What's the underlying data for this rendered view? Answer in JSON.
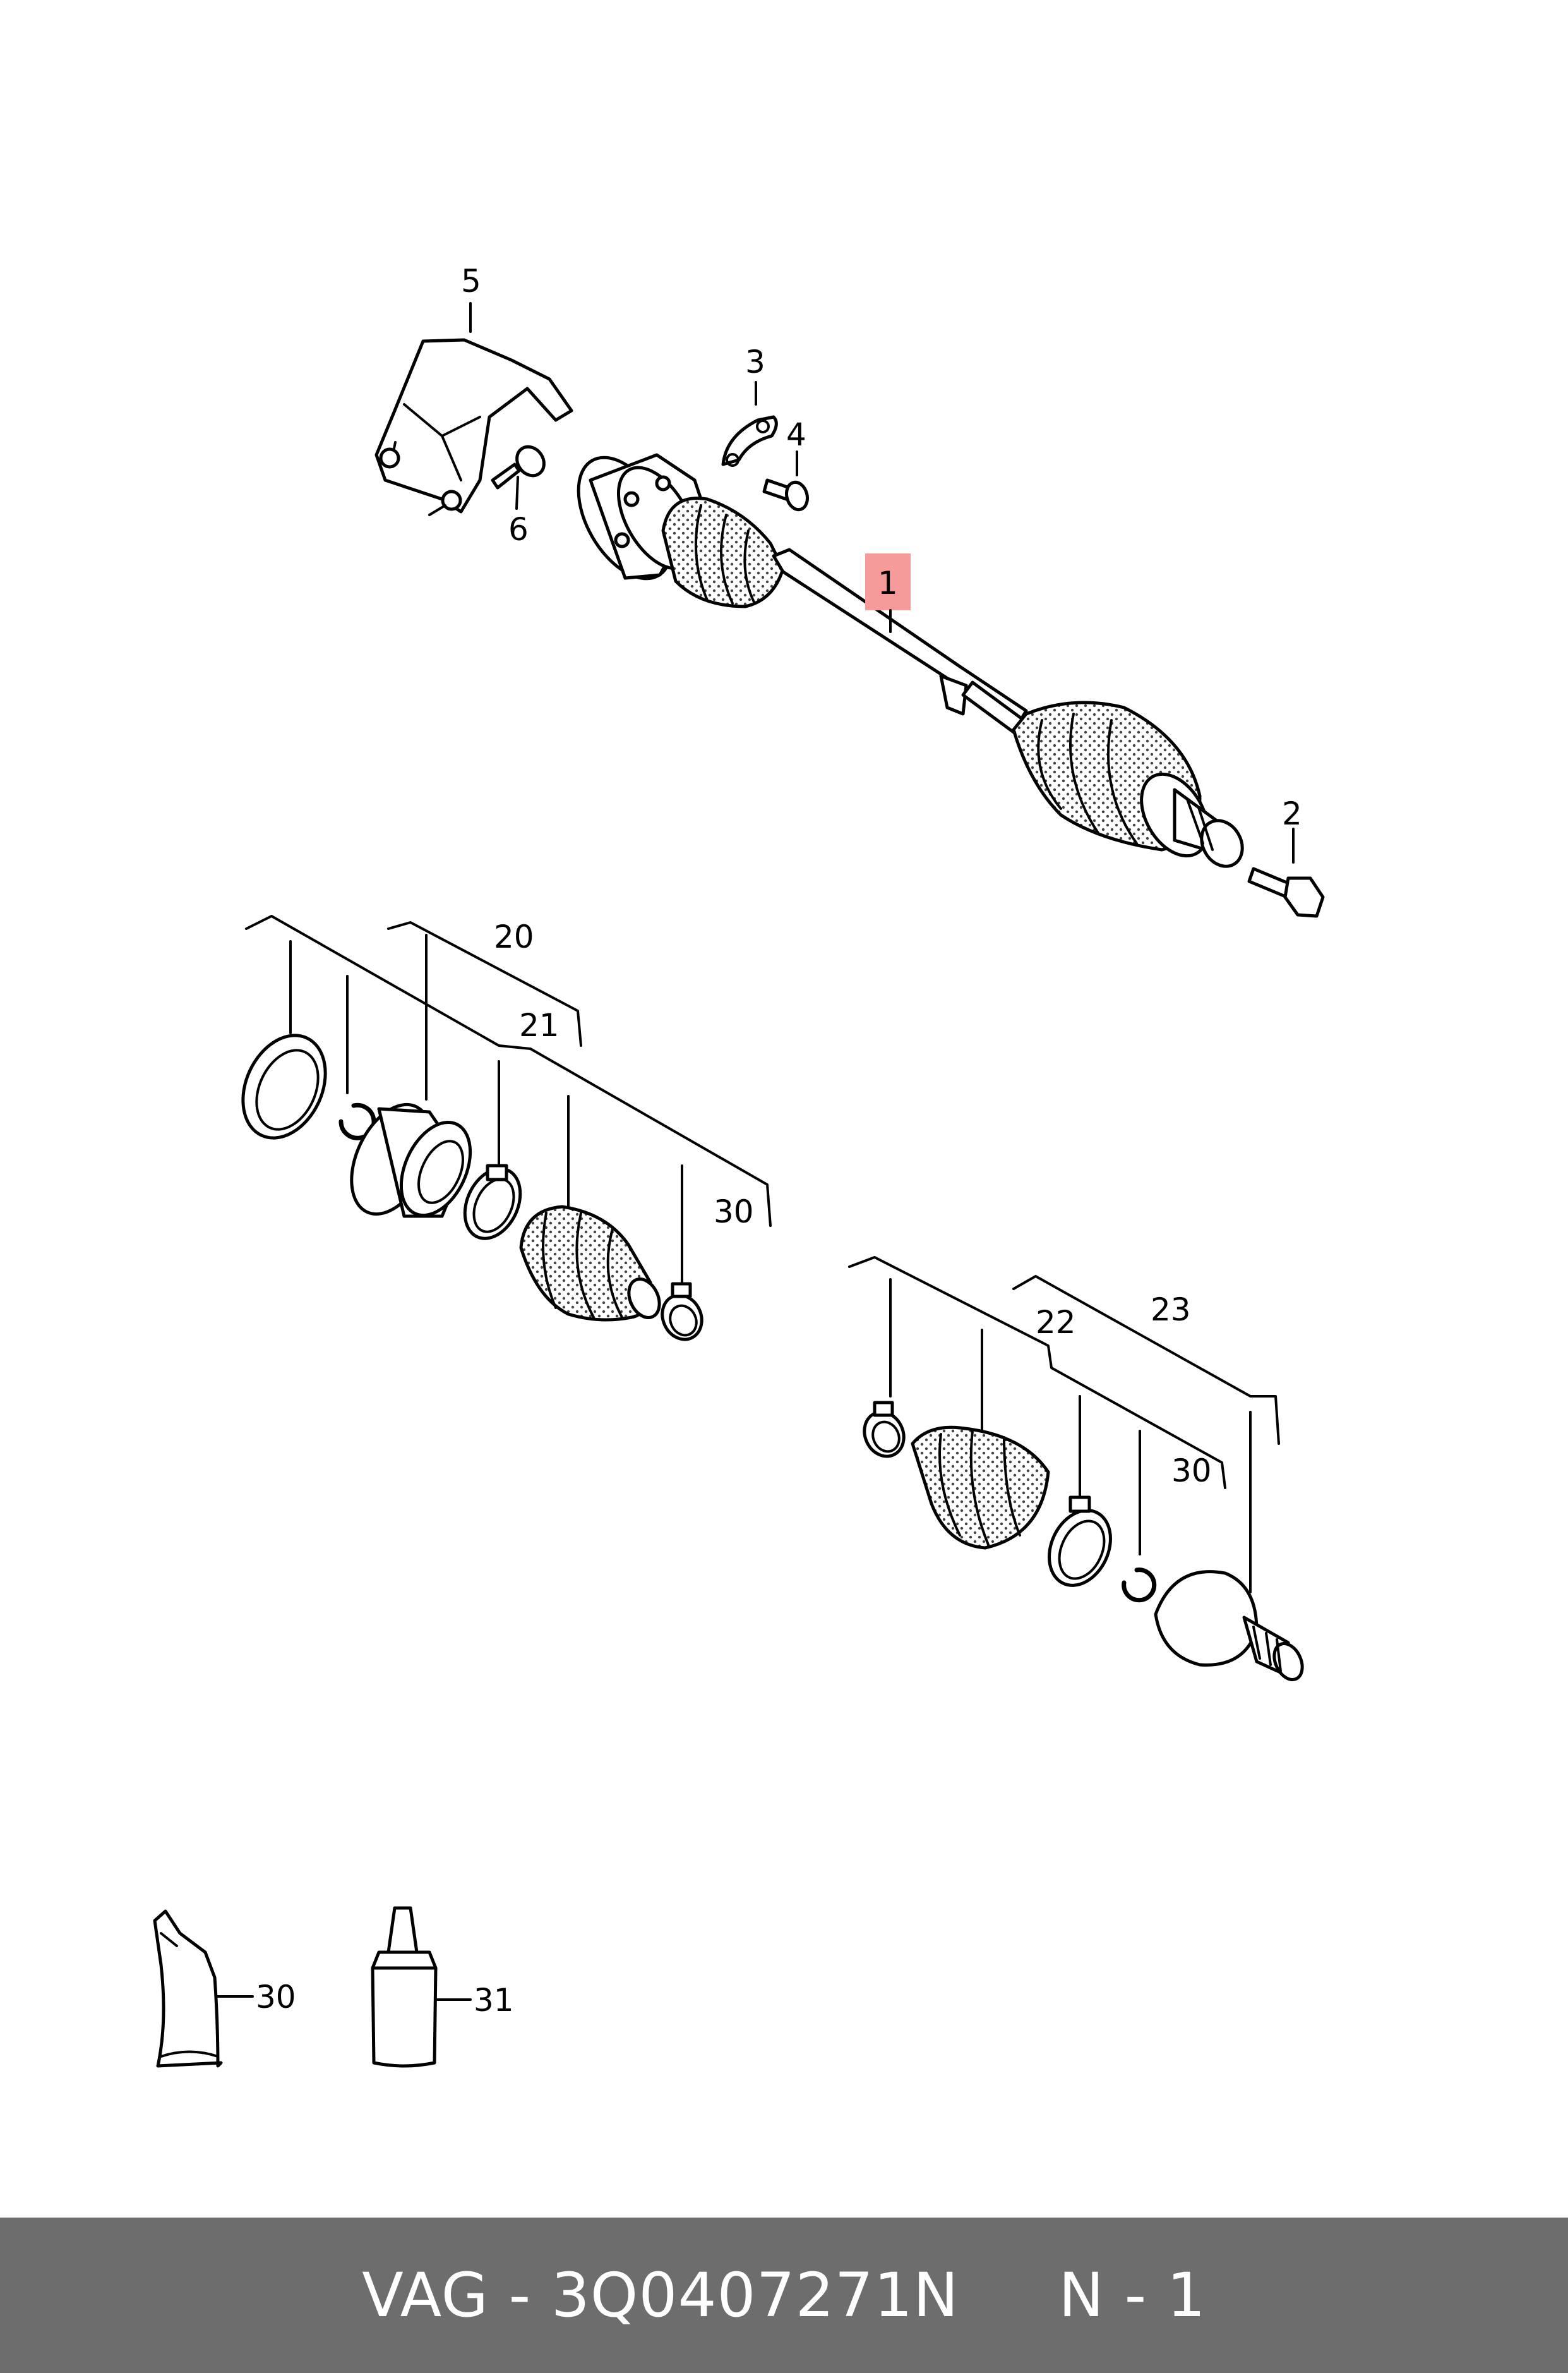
{
  "callouts": {
    "c1": "1",
    "c2": "2",
    "c3": "3",
    "c4": "4",
    "c5": "5",
    "c6": "6",
    "c20": "20",
    "c21": "21",
    "c22": "22",
    "c23": "23",
    "c30a": "30",
    "c30b": "30",
    "c30c": "30",
    "c31": "31"
  },
  "highlight_color": "#f79a9a",
  "footer": {
    "part_number": "VAG - 3Q0407271N     N - 1"
  },
  "parts": {
    "driveshaft": "drive-shaft-icon",
    "heat_shield": "heat-shield-icon",
    "bolt": "bolt-icon",
    "lock_plate": "lock-plate-icon",
    "cv_joint_inner": "cv-joint-icon",
    "cv_joint_outer": "cv-joint-icon",
    "boot": "boot-icon",
    "clamp": "clamp-icon",
    "circlip": "circlip-icon",
    "grease_tube": "grease-tube-icon",
    "sealant_bottle": "bottle-icon"
  }
}
